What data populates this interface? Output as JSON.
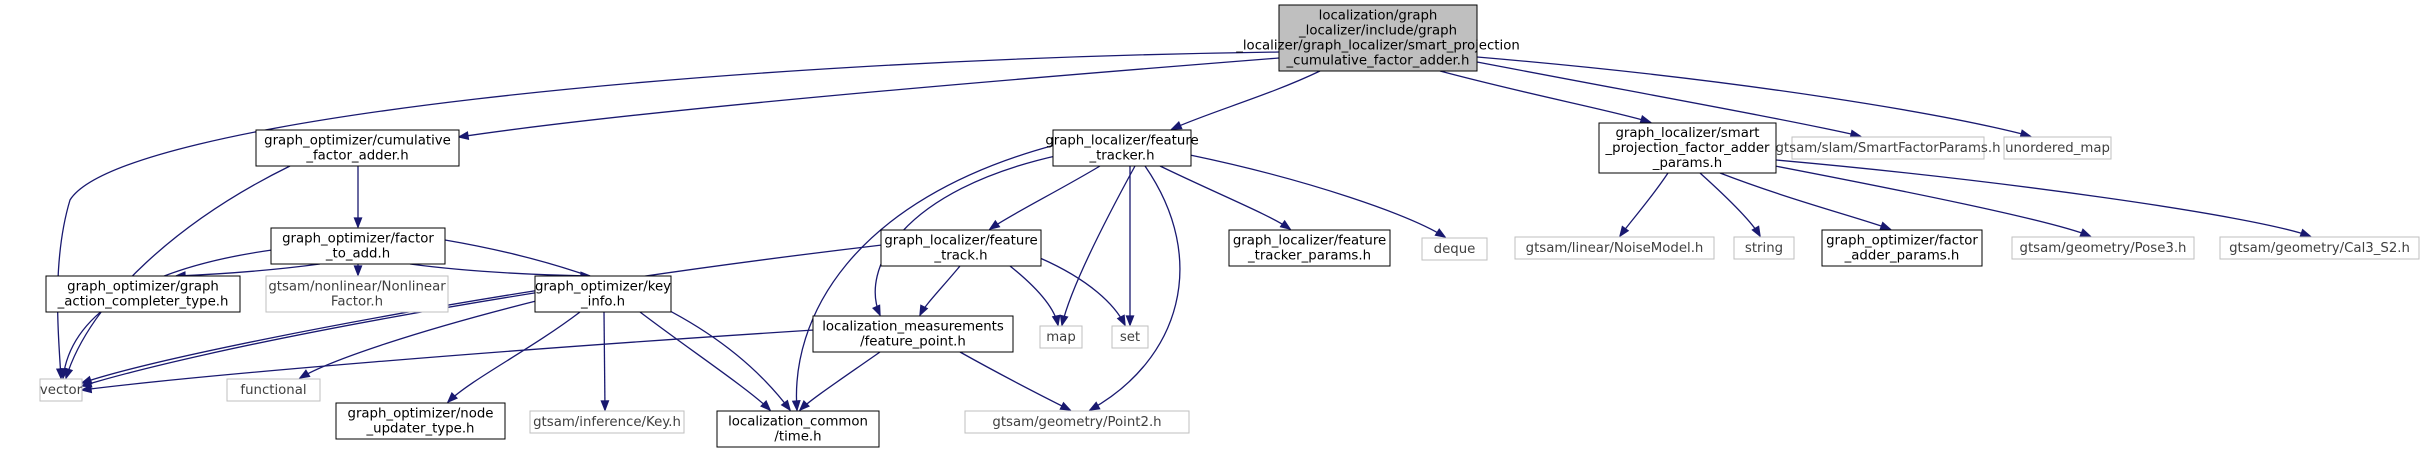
{
  "diagram": {
    "type": "include-dependency-graph",
    "colors": {
      "edge": "#191970",
      "root_fill": "#bfbfbf",
      "root_stroke": "#000000",
      "documented_stroke": "#000000",
      "external_stroke": "#bfbfbf",
      "external_text": "#404040"
    },
    "nodes": [
      {
        "id": "root",
        "kind": "root",
        "lines": [
          "localization/graph",
          "_localizer/include/graph",
          "_localizer/graph_localizer/smart_projection",
          "_cumulative_factor_adder.h"
        ]
      },
      {
        "id": "vector",
        "kind": "external",
        "lines": [
          "vector"
        ]
      },
      {
        "id": "cumfa",
        "kind": "documented",
        "lines": [
          "graph_optimizer/cumulative",
          "_factor_adder.h"
        ]
      },
      {
        "id": "fth",
        "kind": "documented",
        "lines": [
          "graph_localizer/feature",
          "_tracker.h"
        ]
      },
      {
        "id": "spfap",
        "kind": "documented",
        "lines": [
          "graph_localizer/smart",
          "_projection_factor_adder",
          "_params.h"
        ]
      },
      {
        "id": "sfp",
        "kind": "external",
        "lines": [
          "gtsam/slam/SmartFactorParams.h"
        ]
      },
      {
        "id": "umap",
        "kind": "external",
        "lines": [
          "unordered_map"
        ]
      },
      {
        "id": "fta",
        "kind": "documented",
        "lines": [
          "graph_optimizer/factor",
          "_to_add.h"
        ]
      },
      {
        "id": "gac",
        "kind": "documented",
        "lines": [
          "graph_optimizer/graph",
          "_action_completer_type.h"
        ]
      },
      {
        "id": "nlf",
        "kind": "external",
        "lines": [
          "gtsam/nonlinear/Nonlinear",
          "Factor.h"
        ]
      },
      {
        "id": "kinfo",
        "kind": "documented",
        "lines": [
          "graph_optimizer/key",
          "_info.h"
        ]
      },
      {
        "id": "time",
        "kind": "documented",
        "lines": [
          "localization_common",
          "/time.h"
        ]
      },
      {
        "id": "functional",
        "kind": "external",
        "lines": [
          "functional"
        ]
      },
      {
        "id": "nut",
        "kind": "documented",
        "lines": [
          "graph_optimizer/node",
          "_updater_type.h"
        ]
      },
      {
        "id": "key",
        "kind": "external",
        "lines": [
          "gtsam/inference/Key.h"
        ]
      },
      {
        "id": "ftrack",
        "kind": "documented",
        "lines": [
          "graph_localizer/feature",
          "_track.h"
        ]
      },
      {
        "id": "fpoint",
        "kind": "documented",
        "lines": [
          "localization_measurements",
          "/feature_point.h"
        ]
      },
      {
        "id": "map",
        "kind": "external",
        "lines": [
          "map"
        ]
      },
      {
        "id": "set",
        "kind": "external",
        "lines": [
          "set"
        ]
      },
      {
        "id": "ftp",
        "kind": "documented",
        "lines": [
          "graph_localizer/feature",
          "_tracker_params.h"
        ]
      },
      {
        "id": "deque",
        "kind": "external",
        "lines": [
          "deque"
        ]
      },
      {
        "id": "point2",
        "kind": "external",
        "lines": [
          "gtsam/geometry/Point2.h"
        ]
      },
      {
        "id": "noise",
        "kind": "external",
        "lines": [
          "gtsam/linear/NoiseModel.h"
        ]
      },
      {
        "id": "string",
        "kind": "external",
        "lines": [
          "string"
        ]
      },
      {
        "id": "fap",
        "kind": "documented",
        "lines": [
          "graph_optimizer/factor",
          "_adder_params.h"
        ]
      },
      {
        "id": "pose3",
        "kind": "external",
        "lines": [
          "gtsam/geometry/Pose3.h"
        ]
      },
      {
        "id": "cal3",
        "kind": "external",
        "lines": [
          "gtsam/geometry/Cal3_S2.h"
        ]
      }
    ],
    "edges": [
      {
        "from": "root",
        "to": "vector"
      },
      {
        "from": "root",
        "to": "cumfa"
      },
      {
        "from": "root",
        "to": "fth"
      },
      {
        "from": "root",
        "to": "spfap"
      },
      {
        "from": "root",
        "to": "sfp"
      },
      {
        "from": "root",
        "to": "umap"
      },
      {
        "from": "cumfa",
        "to": "vector"
      },
      {
        "from": "cumfa",
        "to": "fta"
      },
      {
        "from": "fta",
        "to": "vector"
      },
      {
        "from": "fta",
        "to": "gac"
      },
      {
        "from": "fta",
        "to": "nlf"
      },
      {
        "from": "fta",
        "to": "kinfo"
      },
      {
        "from": "fta",
        "to": "time"
      },
      {
        "from": "kinfo",
        "to": "vector"
      },
      {
        "from": "kinfo",
        "to": "functional"
      },
      {
        "from": "kinfo",
        "to": "nut"
      },
      {
        "from": "kinfo",
        "to": "key"
      },
      {
        "from": "kinfo",
        "to": "time"
      },
      {
        "from": "fth",
        "to": "ftrack"
      },
      {
        "from": "fth",
        "to": "fpoint"
      },
      {
        "from": "fth",
        "to": "time"
      },
      {
        "from": "fth",
        "to": "map"
      },
      {
        "from": "fth",
        "to": "set"
      },
      {
        "from": "fth",
        "to": "ftp"
      },
      {
        "from": "fth",
        "to": "deque"
      },
      {
        "from": "fth",
        "to": "point2"
      },
      {
        "from": "ftrack",
        "to": "vector"
      },
      {
        "from": "ftrack",
        "to": "fpoint"
      },
      {
        "from": "ftrack",
        "to": "map"
      },
      {
        "from": "ftrack",
        "to": "set"
      },
      {
        "from": "fpoint",
        "to": "vector"
      },
      {
        "from": "fpoint",
        "to": "time"
      },
      {
        "from": "fpoint",
        "to": "point2"
      },
      {
        "from": "spfap",
        "to": "noise"
      },
      {
        "from": "spfap",
        "to": "string"
      },
      {
        "from": "spfap",
        "to": "fap"
      },
      {
        "from": "spfap",
        "to": "pose3"
      },
      {
        "from": "spfap",
        "to": "cal3"
      }
    ]
  }
}
